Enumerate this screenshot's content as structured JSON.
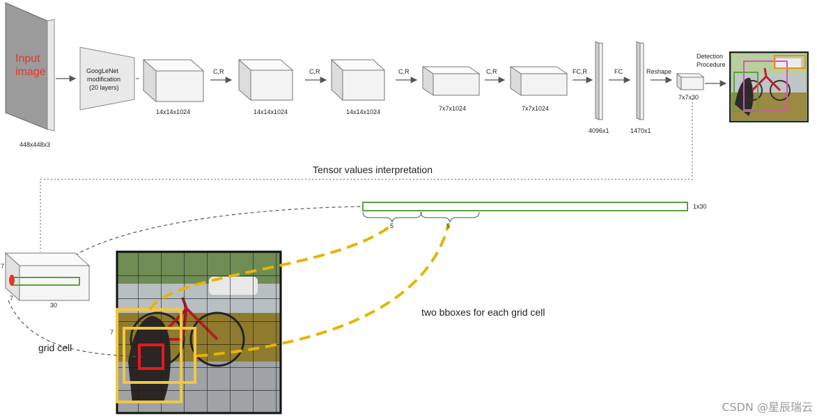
{
  "input": {
    "label_line1": "Input",
    "label_line2": "image",
    "size": "448x448x3"
  },
  "googlenet": {
    "line1": "GoogLeNet",
    "line2": "modification",
    "line3": "(20 layers)"
  },
  "layers": [
    {
      "size": "14x14x1024",
      "op": "C,R"
    },
    {
      "size": "14x14x1024",
      "op": "C,R"
    },
    {
      "size": "14x14x1024",
      "op": "C,R"
    },
    {
      "size": "7x7x1024",
      "op": "C,R"
    },
    {
      "size": "7x7x1024",
      "op": "FC,R"
    }
  ],
  "fc1": {
    "size": "4096x1",
    "op": "FC"
  },
  "fc2": {
    "size": "1470x1",
    "op": "Reshape"
  },
  "output": {
    "size": "7x7x30"
  },
  "detection": {
    "line1": "Detection",
    "line2": "Procedure"
  },
  "interpretation": {
    "title": "Tensor values interpretation"
  },
  "vector": {
    "label": "1x30",
    "brace1": "5",
    "brace2": "5"
  },
  "tensor": {
    "dim_a": "7",
    "dim_b": "7",
    "dim_c": "30"
  },
  "grid": {
    "side_label": "7",
    "cell_label": "grid cell"
  },
  "caption": "two bboxes for each grid cell",
  "watermark": "CSDN @星辰瑞云",
  "colors": {
    "accent_red": "#e8352a",
    "bbox_yellow": "#f2c744",
    "vector_green": "#5aa33a",
    "dashed_gold": "#e6b400"
  }
}
